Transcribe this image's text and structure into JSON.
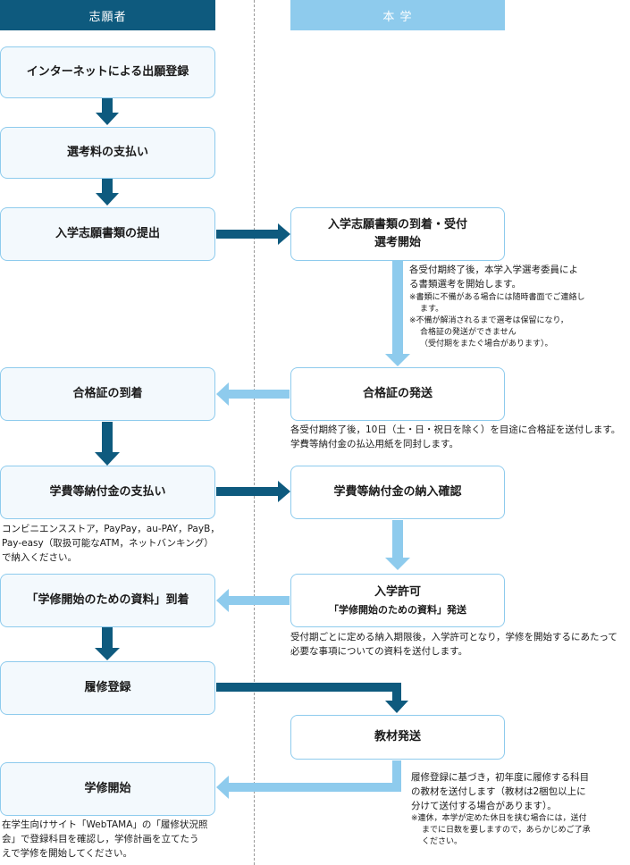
{
  "headers": {
    "applicant": "志願者",
    "university": "本 学"
  },
  "steps_left": {
    "internet_application": "インターネットによる出願登録",
    "exam_fee_payment": "選考料の支払い",
    "document_submission": "入学志願書類の提出",
    "certificate_arrival": "合格証の到着",
    "tuition_payment": "学費等納付金の支払い",
    "materials_arrival": "「学修開始のための資料」到着",
    "course_registration": "履修登録",
    "study_start": "学修開始"
  },
  "steps_right": {
    "documents_received_line1": "入学志願書類の到着・受付",
    "documents_received_line2": "選考開始",
    "certificate_sent": "合格証の発送",
    "payment_confirmed": "学費等納付金の納入確認",
    "admission_line1": "入学許可",
    "admission_line2": "「学修開始のための資料」発送",
    "textbooks_sent": "教材発送"
  },
  "notes": {
    "screening_line1": "各受付期終了後，本学入学選考委員によ",
    "screening_line2": "る書類選考を開始します。",
    "screening_small1": "※書類に不備がある場合には随時書面でご連絡し",
    "screening_small2": "ます。",
    "screening_small3": "※不備が解消されるまで選考は保留になり，",
    "screening_small4": "合格証の発送ができません",
    "screening_small5": "（受付期をまたぐ場合があります）。",
    "certificate_line1": "各受付期終了後，10日（土・日・祝日を除く）を目途に合格証を送付します。",
    "certificate_line2": "学費等納付金の払込用紙を同封します。",
    "payment_line1": "コンビニエンスストア，PayPay，au-PAY，PayB，",
    "payment_line2": "Pay-easy（取扱可能なATM，ネットバンキング）",
    "payment_line3": "で納入ください。",
    "admission_line1": "受付期ごとに定める納入期限後，入学許可となり，学修を開始するにあたって",
    "admission_line2": "必要な事項についての資料を送付します。",
    "textbook_line1": "履修登録に基づき，初年度に履修する科目",
    "textbook_line2": "の教材を送付します（教材は2梱包以上に",
    "textbook_line3": "分けて送付する場合があります）。",
    "textbook_small1": "※連休，本学が定めた休日を挟む場合には，送付",
    "textbook_small2": "までに日数を要しますので，あらかじめご了承",
    "textbook_small3": "ください。",
    "start_line1": "在学生向けサイト「WebTAMA」の「履修状況照",
    "start_line2": "会」で登録科目を確認し，学修計画を立てたう",
    "start_line3": "えで学修を開始してください。"
  },
  "colors": {
    "dark_blue": "#0e5a7e",
    "light_blue": "#8ecbed",
    "box_fill": "#f3f9fd"
  }
}
